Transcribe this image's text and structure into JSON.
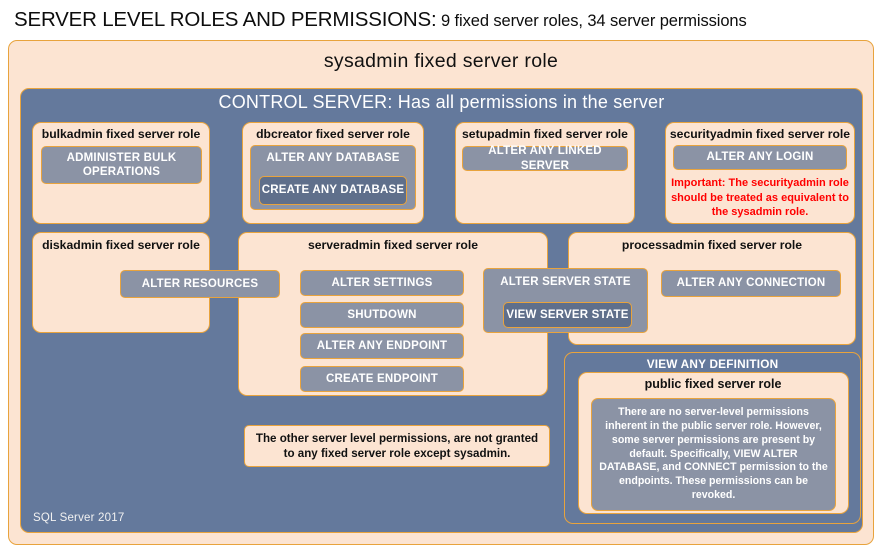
{
  "title": {
    "strong": "SERVER LEVEL ROLES AND PERMISSIONS:",
    "rest": " 9 fixed server roles, 34 server permissions"
  },
  "colors": {
    "peach_fill": "#fce4d2",
    "slate_fill": "#64799c",
    "permission_fill": "#8b93a5",
    "permission_fill_dark": "#5f6f8b",
    "border_gold": "#e8a33d",
    "warning_red": "#ff0000"
  },
  "outer": {
    "sysadmin_label": "sysadmin  fixed  server  role",
    "control_server_label": "CONTROL SERVER: Has all permissions in the server",
    "footer": "SQL Server 2017"
  },
  "roles": {
    "bulkadmin": {
      "title": "bulkadmin  fixed server role",
      "permissions": [
        "ADMINISTER  BULK OPERATIONS"
      ]
    },
    "dbcreator": {
      "title": "dbcreator fixed server role",
      "permissions": [
        "ALTER ANY DATABASE",
        "CREATE  ANY DATABASE"
      ]
    },
    "setupadmin": {
      "title": "setupadmin fixed server role",
      "permissions": [
        "ALTER ANY LINKED SERVER"
      ]
    },
    "securityadmin": {
      "title": "securityadmin  fixed server role",
      "permissions": [
        "ALTER ANY LOGIN"
      ],
      "warning": "Important:  The securityadmin role should  be treated as equivalent to the sysadmin role."
    },
    "diskadmin": {
      "title": "diskadmin  fixed server role",
      "permissions": [
        "ALTER RESOURCES"
      ]
    },
    "serveradmin": {
      "title": "serveradmin fixed server role",
      "permissions": [
        "ALTER SETTINGS",
        "SHUTDOWN",
        "ALTER ANY ENDPOINT",
        "CREATE  ENDPOINT"
      ]
    },
    "server_state": {
      "outer": "ALTER SERVER STATE",
      "inner": "VIEW SERVER STATE"
    },
    "processadmin": {
      "title": "processadmin fixed server role",
      "permissions": [
        "ALTER ANY CONNECTION"
      ]
    },
    "public": {
      "view_any_definition": "VIEW ANY DEFINITION",
      "title": "public  fixed server role",
      "description": "There are no server-level permissions inherent in the public server role. However, some server permissions are present by default. Specifically, VIEW ALTER DATABASE, and CONNECT permission to the endpoints. These permissions can be revoked."
    }
  },
  "notes": {
    "other_permissions": "The other server level permissions,  are not granted to any fixed server role except sysadmin."
  }
}
